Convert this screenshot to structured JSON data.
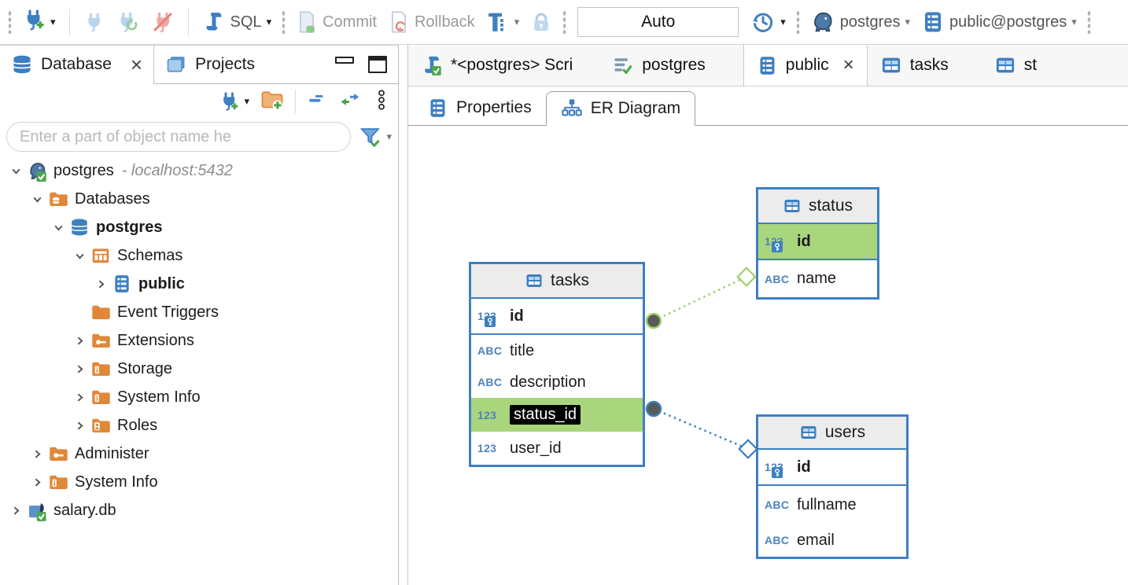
{
  "toolbar": {
    "sql_label": "SQL",
    "commit_label": "Commit",
    "rollback_label": "Rollback",
    "auto_value": "Auto",
    "connection_name": "postgres",
    "schema_name": "public@postgres"
  },
  "left_panel": {
    "database_tab": "Database",
    "projects_tab": "Projects",
    "close_label": "×",
    "filter_placeholder": "Enter a part of object name he",
    "tree": [
      {
        "label": "postgres",
        "detail": "- localhost:5432"
      },
      {
        "label": "Databases"
      },
      {
        "label": "postgres"
      },
      {
        "label": "Schemas"
      },
      {
        "label": "public"
      },
      {
        "label": "Event Triggers"
      },
      {
        "label": "Extensions"
      },
      {
        "label": "Storage"
      },
      {
        "label": "System Info"
      },
      {
        "label": "Roles"
      },
      {
        "label": "Administer"
      },
      {
        "label": "System Info"
      },
      {
        "label": "salary.db"
      }
    ]
  },
  "editor": {
    "tabs": [
      {
        "label": "*<postgres> Scri"
      },
      {
        "label": "postgres"
      },
      {
        "label": "public",
        "close_label": "×"
      },
      {
        "label": "tasks"
      },
      {
        "label": "st"
      }
    ],
    "properties_tab": "Properties",
    "er_diagram_tab": "ER Diagram"
  },
  "diagram": {
    "tables": [
      {
        "name": "tasks",
        "columns": [
          {
            "icon": "123",
            "name": "id"
          },
          {
            "icon": "ABC",
            "name": "title"
          },
          {
            "icon": "ABC",
            "name": "description"
          },
          {
            "icon": "123",
            "name": "status_id"
          },
          {
            "icon": "123",
            "name": "user_id"
          }
        ]
      },
      {
        "name": "status",
        "columns": [
          {
            "icon": "123",
            "name": "id"
          },
          {
            "icon": "ABC",
            "name": "name"
          }
        ]
      },
      {
        "name": "users",
        "columns": [
          {
            "icon": "123",
            "name": "id"
          },
          {
            "icon": "ABC",
            "name": "fullname"
          },
          {
            "icon": "ABC",
            "name": "email"
          }
        ]
      }
    ]
  },
  "colors": {
    "accent_blue": "#3E7FC1",
    "folder_orange": "#E0883A",
    "row_highlight_green": "#A9D67D",
    "relation_green": "#9FD169",
    "selection_black": "#000000",
    "header_grey": "#ECECEC"
  }
}
